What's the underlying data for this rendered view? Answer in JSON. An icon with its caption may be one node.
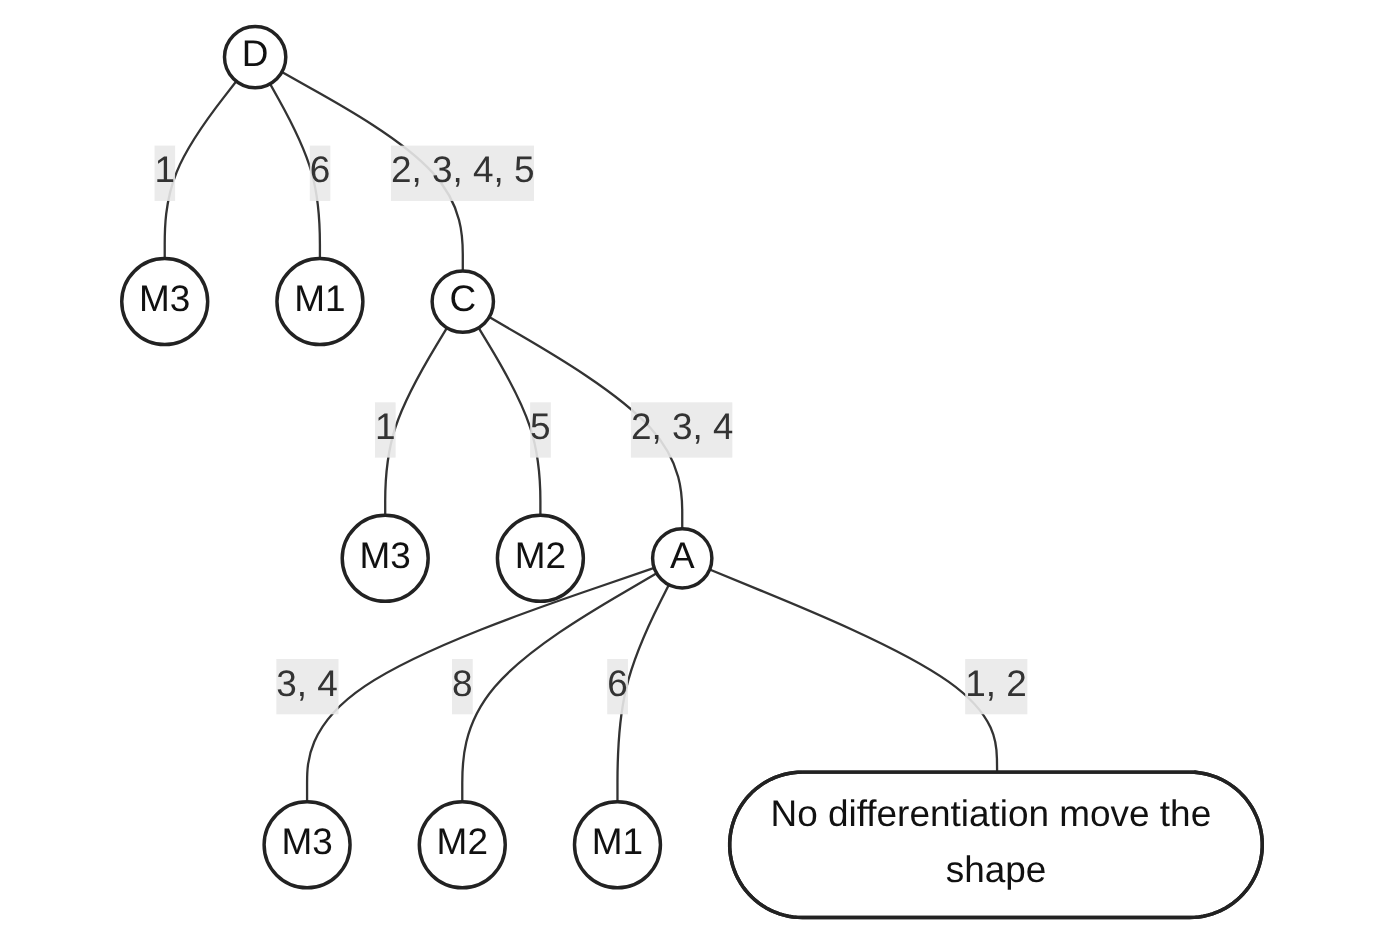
{
  "diagram": {
    "nodes": [
      {
        "text": [
          "D"
        ]
      },
      {
        "text": [
          "M3"
        ]
      },
      {
        "text": [
          "M1"
        ]
      },
      {
        "text": [
          "C"
        ]
      },
      {
        "text": [
          "M3"
        ]
      },
      {
        "text": [
          "M2"
        ]
      },
      {
        "text": [
          "A"
        ]
      },
      {
        "text": [
          "M3"
        ]
      },
      {
        "text": [
          "M2"
        ]
      },
      {
        "text": [
          "M1"
        ]
      },
      {
        "text": [
          "No differentiation move the shape"
        ]
      }
    ],
    "edges": [
      {
        "from": 0,
        "to": 1,
        "arrow": "none",
        "label": "1"
      },
      {
        "from": 0,
        "to": 2,
        "arrow": "none",
        "label": "6"
      },
      {
        "from": 0,
        "to": 3,
        "arrow": "none",
        "label": "2, 3, 4, 5"
      },
      {
        "from": 3,
        "to": 4,
        "arrow": "none",
        "label": "1"
      },
      {
        "from": 3,
        "to": 5,
        "arrow": "none",
        "label": "5"
      },
      {
        "from": 3,
        "to": 6,
        "arrow": "none",
        "label": "2, 3, 4"
      },
      {
        "from": 6,
        "to": 7,
        "arrow": "none",
        "label": "3, 4"
      },
      {
        "from": 6,
        "to": 8,
        "arrow": "none",
        "label": "8"
      },
      {
        "from": 6,
        "to": 9,
        "arrow": "none",
        "label": "6"
      },
      {
        "from": 6,
        "to": 10,
        "arrow": "none",
        "label": "1, 2"
      }
    ]
  }
}
